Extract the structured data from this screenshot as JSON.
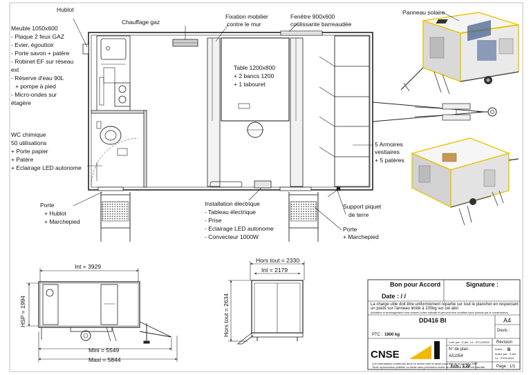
{
  "plan": {
    "labels": {
      "hublot": "Hublot",
      "chauffage": "Chauffage gaz",
      "fixation_l1": "Fixation mobilier",
      "fixation_l2": "contre le mur",
      "fenetre_l1": "Fenêtre 900x600",
      "fenetre_l2": "coulissante barreaudée",
      "table_l1": "Table 1200x800",
      "table_l2": "+ 2 bancs 1200",
      "table_l3": "+ 1 tabouret",
      "armoires_l1": "5 Armoires",
      "armoires_l2": "vestiaires",
      "armoires_l3": "+ 5 patères",
      "support_l1": "Support piquet",
      "support_l2": "de terre",
      "porte_r_l1": "Porte",
      "porte_r_l2": "+ Marchepied",
      "porte_l_l1": "Porte",
      "porte_l_l2": "+ Hublot",
      "porte_l_l3": "+ Marchepied"
    },
    "meuble_lines": [
      "Meuble 1050x600",
      "- Plaque 2 feux GAZ",
      "- Evier, égouttoir",
      "- Porte savon + patère",
      "- Robinet EF sur réseau",
      "ext",
      "- Réserve d'eau 90L",
      "+ pompe à pied",
      "- Micro-ondes sur",
      "étagère"
    ],
    "wc_lines": [
      "WC chimique",
      "50 utilisations",
      "+ Porte papier",
      "+ Patère",
      "+ Eclairage LED autonome"
    ],
    "elec_lines": [
      "Installation électrique",
      "- Tableau électrique",
      "- Prise",
      "- Eclairage LED autonome",
      "- Convecteur 1000W"
    ]
  },
  "views": {
    "panneau_solaire": "Panneau solaire"
  },
  "dims": {
    "int": "Int = 3929",
    "mini": "Mini = 5549",
    "maxi": "Maxi = 5844",
    "hsp": "HSP = 1994",
    "hors_tout_w": "Hors tout = 2330",
    "int_w": "Int = 2179",
    "hors_tout_h": "Hors tout = 2634"
  },
  "title_block": {
    "bon_pour_accord": "Bon pour Accord",
    "signature": "Signature :",
    "date": "Date :     /     /",
    "note_l1": "La charge utile doit être uniformément répartie sur tout le plancher en respectant",
    "note_l2": "un poids sur l'anneau limité à 100kg sur cet abri",
    "note_l3": "(Modèles et aménagement sont donnés à titre indicatif et peuvent être modifiés sans préavis par le constructeur)",
    "model": "DD416 BI",
    "format": "A4",
    "devis": "Devis :",
    "ptc": "PTC :",
    "ptc_value": "1600 kg",
    "brand": "CNSE",
    "cree_par": "Créé par : S.AN",
    "le": "Le : 07/12/2020",
    "revision": "Révision",
    "indice": "Indice",
    "indice_value": "B",
    "indice_par": "Indicé par : S.AN",
    "indice_le": "Le : 07/01/2021",
    "no_plan": "N° de plan :",
    "no_plan_value": "A51054",
    "footer_l1": "Les informations contenues dans ce dessin sont la seule propriété de la société CNSE",
    "footer_l2": "Toute reproduction partielle ou totale sans permission écrite de la société CNSE est interdite",
    "echelle": "Ech : 1:20",
    "page": "Page : 1/1"
  },
  "colors": {
    "line": "#222222",
    "frame_yellow": "#e8c400",
    "brand_yellow": "#f5b800",
    "wall_gray": "#dddddd",
    "floor_blue": "#3c5a8c"
  }
}
